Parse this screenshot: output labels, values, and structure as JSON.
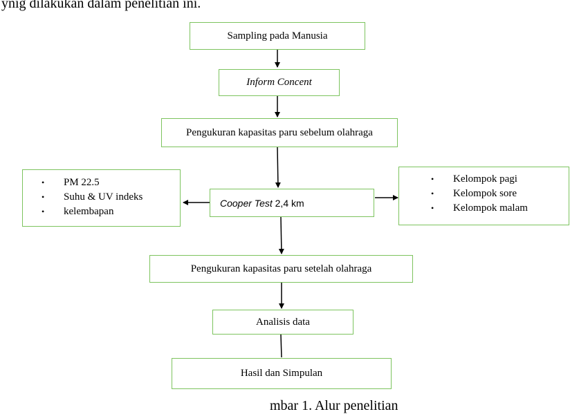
{
  "top_text": "ynig dilakukan dalam penelitian ini.",
  "bottom_text": "mbar 1. Alur penelitian",
  "flowchart": {
    "sampling": "Sampling pada Manusia",
    "inform_concent": "Inform Concent",
    "before_measure": "Pengukuran kapasitas paru sebelum olahraga",
    "cooper_italic": "Cooper Test",
    "cooper_rest": " 2,4 km",
    "after_measure": "Pengukuran kapasitas paru setelah olahraga",
    "analysis": "Analisis data",
    "result": "Hasil dan Simpulan"
  },
  "left_list": {
    "bullet": "•",
    "items": [
      "PM 22.5",
      "Suhu & UV indeks",
      "kelembapan"
    ]
  },
  "right_list": {
    "bullet": "•",
    "items": [
      "Kelompok pagi",
      "Kelompok sore",
      "Kelompok malam"
    ]
  },
  "colors": {
    "box_border": "#7cc35d",
    "arrow": "#000000"
  }
}
